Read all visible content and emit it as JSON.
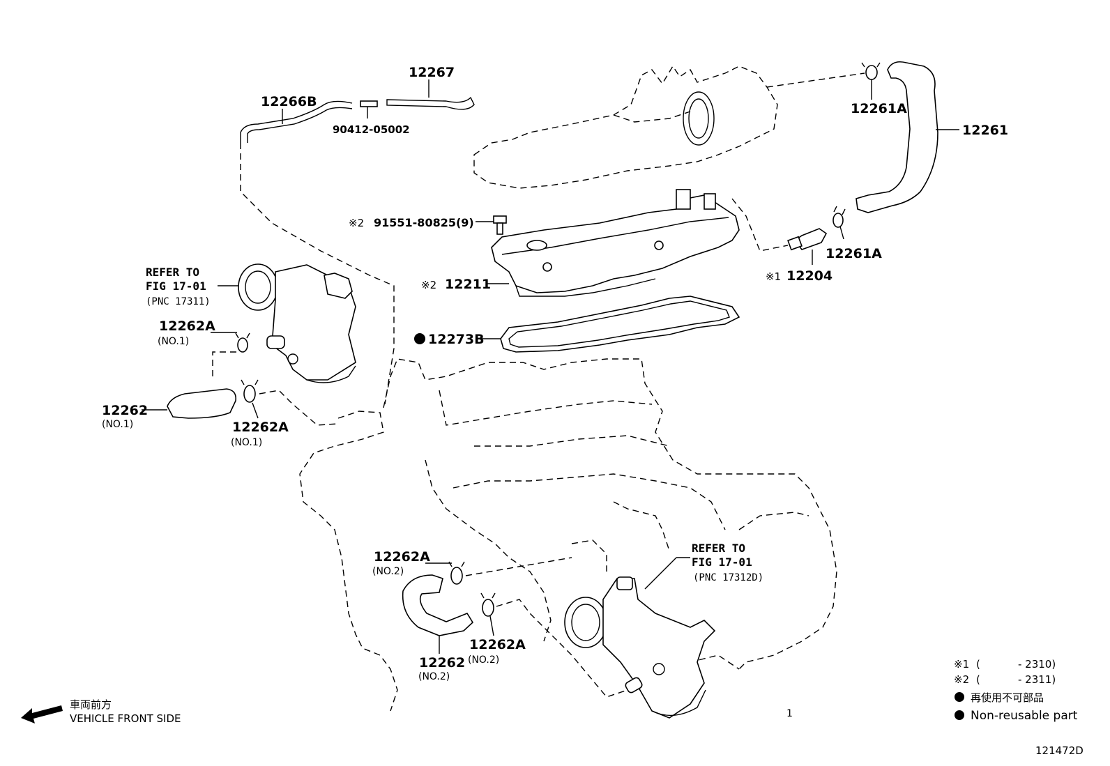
{
  "labels": {
    "p12267": "12267",
    "p12266b": "12266B",
    "p90412": "90412-05002",
    "p12261a_top": "12261A",
    "p12261": "12261",
    "p91551": "91551-80825(9)",
    "p91551_mark": "※2",
    "p12261a_mid": "12261A",
    "p12204": "12204",
    "p12204_mark": "※1",
    "p12211": "12211",
    "p12211_mark": "※2",
    "p12273b": "12273B",
    "p12262a_1": "12262A",
    "p12262a_1_sub": "(NO.1)",
    "p12262_1": "12262",
    "p12262_1_sub": "(NO.1)",
    "p12262a_2": "12262A",
    "p12262a_2_sub": "(NO.1)",
    "p12262a_3": "12262A",
    "p12262a_3_sub": "(NO.2)",
    "p12262a_4": "12262A",
    "p12262a_4_sub": "(NO.2)",
    "p12262_2": "12262",
    "p12262_2_sub": "(NO.2)",
    "part_1": "1"
  },
  "refer_top": {
    "line1": "REFER TO",
    "line2": "FIG 17-01",
    "line3": "(PNC 17311)"
  },
  "refer_bottom": {
    "line1": "REFER TO",
    "line2": "FIG 17-01",
    "line3": "(PNC 17312D)"
  },
  "legend": {
    "note1_mark": "※1",
    "note1_open": "(",
    "note1_range": "- 2310)",
    "note2_mark": "※2",
    "note2_open": "(",
    "note2_range": "- 2311)",
    "nonreusable_jp": "再使用不可部品",
    "nonreusable_en": "Non-reusable part"
  },
  "direction": {
    "jp": "車両前方",
    "en": "VEHICLE FRONT SIDE"
  },
  "figure_id": "121472D"
}
